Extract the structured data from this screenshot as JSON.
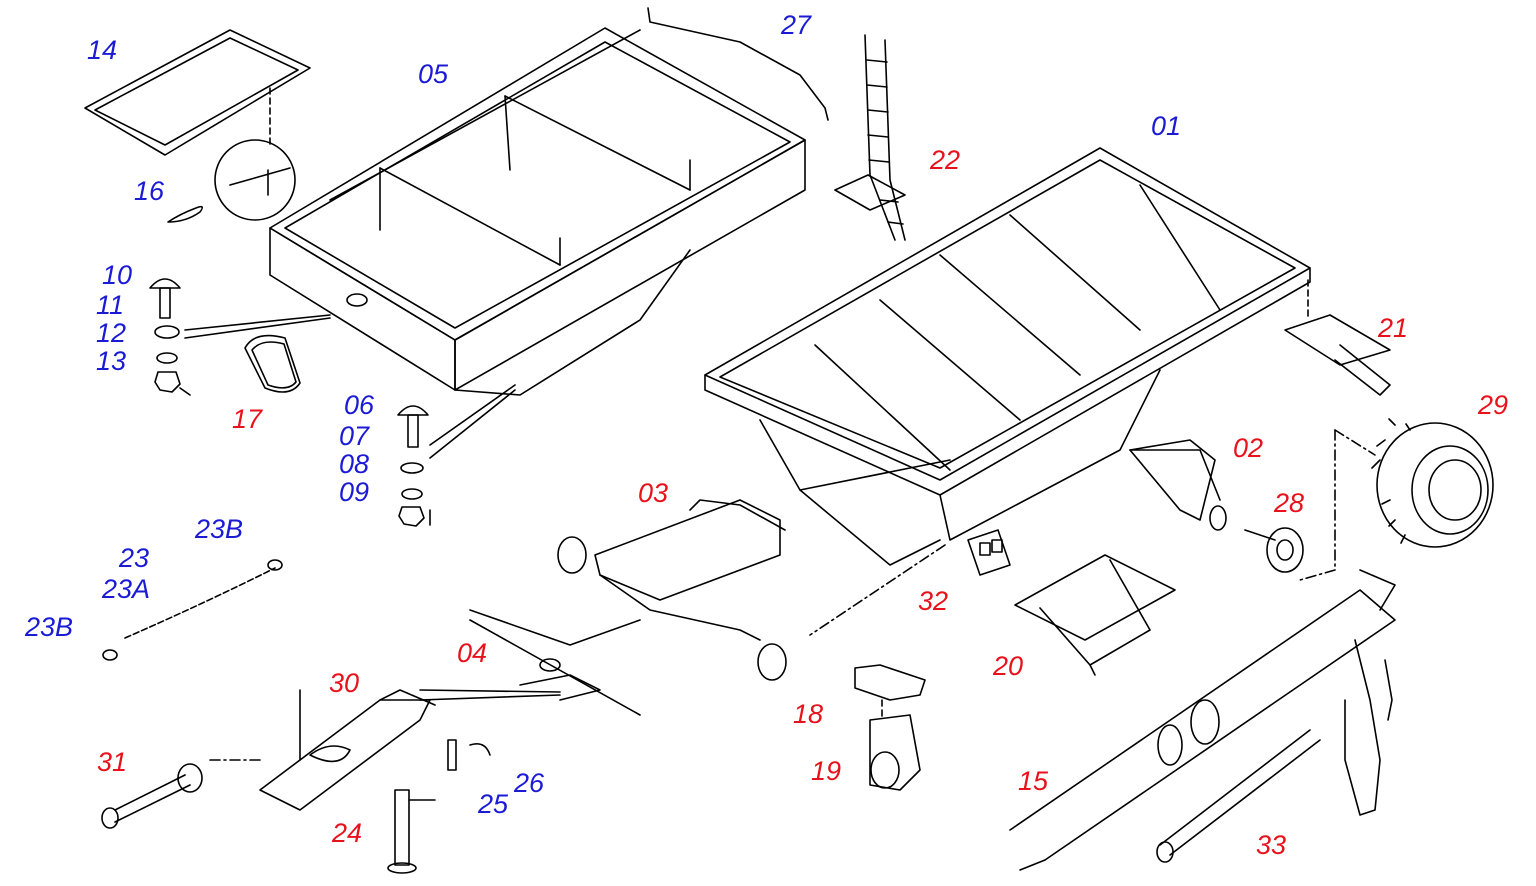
{
  "colors": {
    "label_red": "#e8121c",
    "label_blue": "#1b1bd6",
    "line": "#000000",
    "background": "#ffffff"
  },
  "parts": {
    "p01": "01",
    "p02": "02",
    "p03": "03",
    "p04": "04",
    "p05": "05",
    "p06": "06",
    "p07": "07",
    "p08": "08",
    "p09": "09",
    "p10": "10",
    "p11": "11",
    "p12": "12",
    "p13": "13",
    "p14": "14",
    "p15": "15",
    "p16": "16",
    "p17": "17",
    "p18": "18",
    "p19": "19",
    "p20": "20",
    "p21": "21",
    "p22": "22",
    "p23": "23",
    "p23a": "23A",
    "p23b_top": "23B",
    "p23b_left": "23B",
    "p24": "24",
    "p25": "25",
    "p26": "26",
    "p27": "27",
    "p28": "28",
    "p29": "29",
    "p30": "30",
    "p31": "31",
    "p32": "32",
    "p33": "33"
  }
}
